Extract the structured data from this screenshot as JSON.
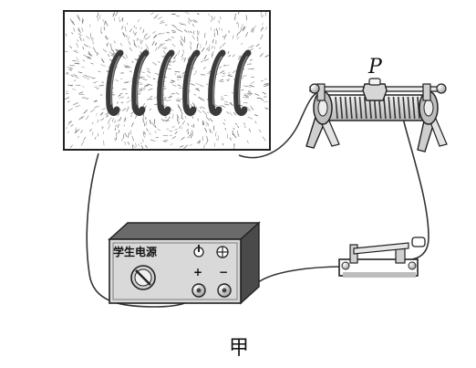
{
  "figure": {
    "caption": "甲"
  },
  "rheostat": {
    "slider_label": "P"
  },
  "power_supply": {
    "name_label": "学生电源",
    "plus_label": "+",
    "minus_label": "−"
  },
  "colors": {
    "ink": "#222222",
    "wire": "#333333",
    "paper": "#ffffff",
    "panel_grey": "#d8d8d8",
    "box_dark": "#555555",
    "filings": "#555555"
  },
  "icons": {
    "coil_turns": 6,
    "rheostat_turns": 18
  }
}
